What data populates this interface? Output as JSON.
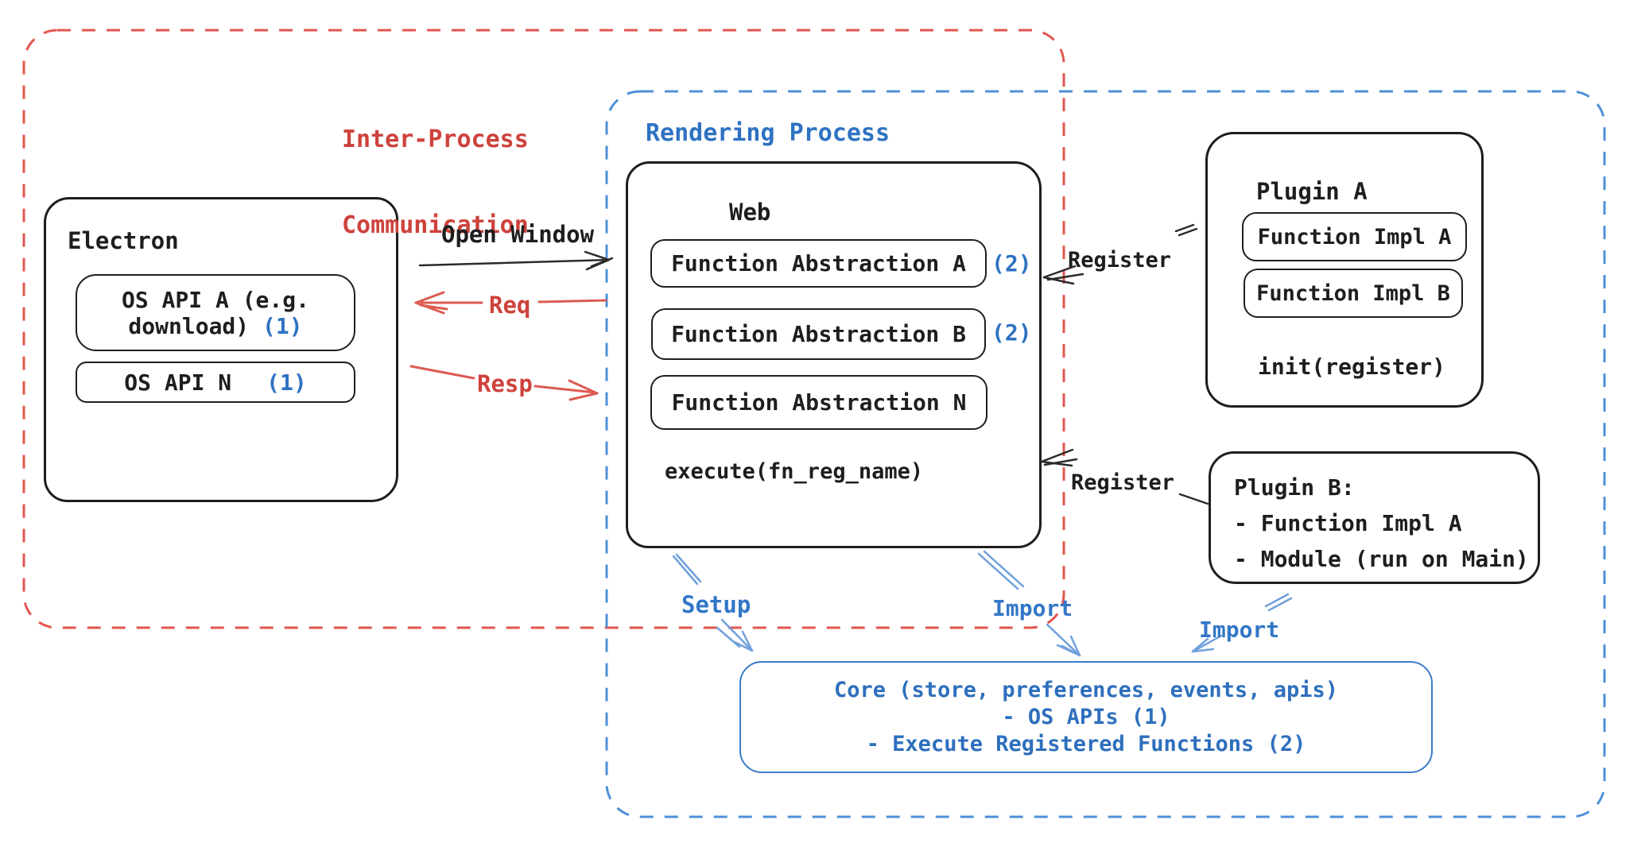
{
  "diagram": {
    "ipc_group": {
      "label_line1": "Inter-Process",
      "label_line2": "Communication"
    },
    "rendering_group": {
      "label": "Rendering Process"
    },
    "electron": {
      "title": "Electron",
      "os_api_a": {
        "line1": "OS API A (e.g.",
        "line2": "download)",
        "badge": "(1)"
      },
      "os_api_n": {
        "label": "OS API N",
        "badge": "(1)"
      }
    },
    "web": {
      "title": "Web",
      "fa_a": {
        "label": "Function Abstraction A",
        "badge": "(2)"
      },
      "fa_b": {
        "label": "Function Abstraction B",
        "badge": "(2)"
      },
      "fa_n": {
        "label": "Function Abstraction N"
      },
      "execute": "execute(fn_reg_name)"
    },
    "plugin_a": {
      "title": "Plugin A",
      "impl_a": "Function Impl A",
      "impl_b": "Function Impl B",
      "init": "init(register)"
    },
    "plugin_b": {
      "line1": "Plugin B:",
      "line2": "- Function Impl A",
      "line3": "- Module (run on Main)"
    },
    "core": {
      "line1": "Core (store, preferences, events, apis)",
      "line2": "- OS APIs (1)",
      "line3": "- Execute Registered Functions (2)"
    },
    "arrows": {
      "open_window": "Open Window",
      "req": "Req",
      "resp": "Resp",
      "register_top": "Register",
      "register_bottom": "Register",
      "setup": "Setup",
      "import_web": "Import",
      "import_plugin_b": "Import"
    },
    "colors": {
      "red_text": "#ce423c",
      "red_dash": "#e2564e",
      "blue_text": "#2e72c2",
      "blue_dash": "#4f90d9",
      "light_blue_arrow": "#6fa0dc",
      "ink_black": "#1e1e1e"
    }
  }
}
